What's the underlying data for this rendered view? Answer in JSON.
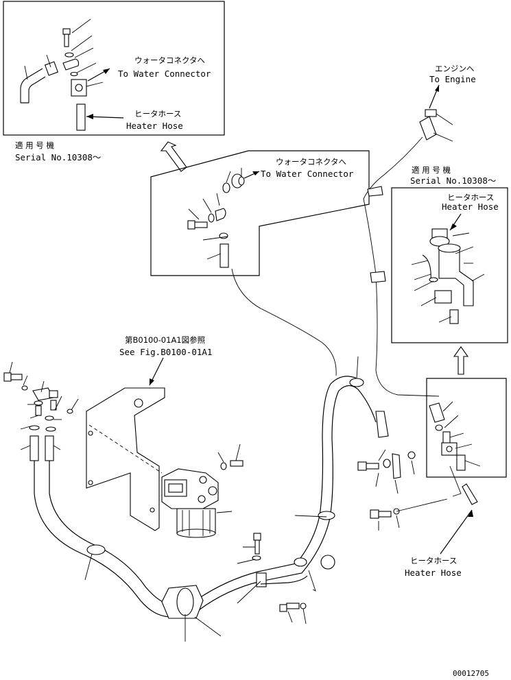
{
  "top_inset": {
    "jp_label": "ウォータコネクタへ",
    "en_label": "To Water Connector",
    "hose_jp": "ヒータホース",
    "hose_en": "Heater Hose",
    "serial_jp": "適 用 号 機",
    "serial_en": "Serial No.10308～"
  },
  "center_inset": {
    "jp_label": "ウォータコネクタへ",
    "en_label": "To Water Connector"
  },
  "right_top": {
    "jp_label": "エンジンへ",
    "en_label": "To Engine",
    "serial_jp": "適 用 号 機",
    "serial_en": "Serial No.10308～",
    "hose_jp": "ヒータホース",
    "hose_en": "Heater Hose"
  },
  "fig_ref": {
    "jp": "第B0100-01A1図参照",
    "en": "See Fig.B0100-01A1"
  },
  "bottom_right": {
    "hose_jp": "ヒータホース",
    "hose_en": "Heater Hose"
  },
  "drawing_number": "00012705"
}
